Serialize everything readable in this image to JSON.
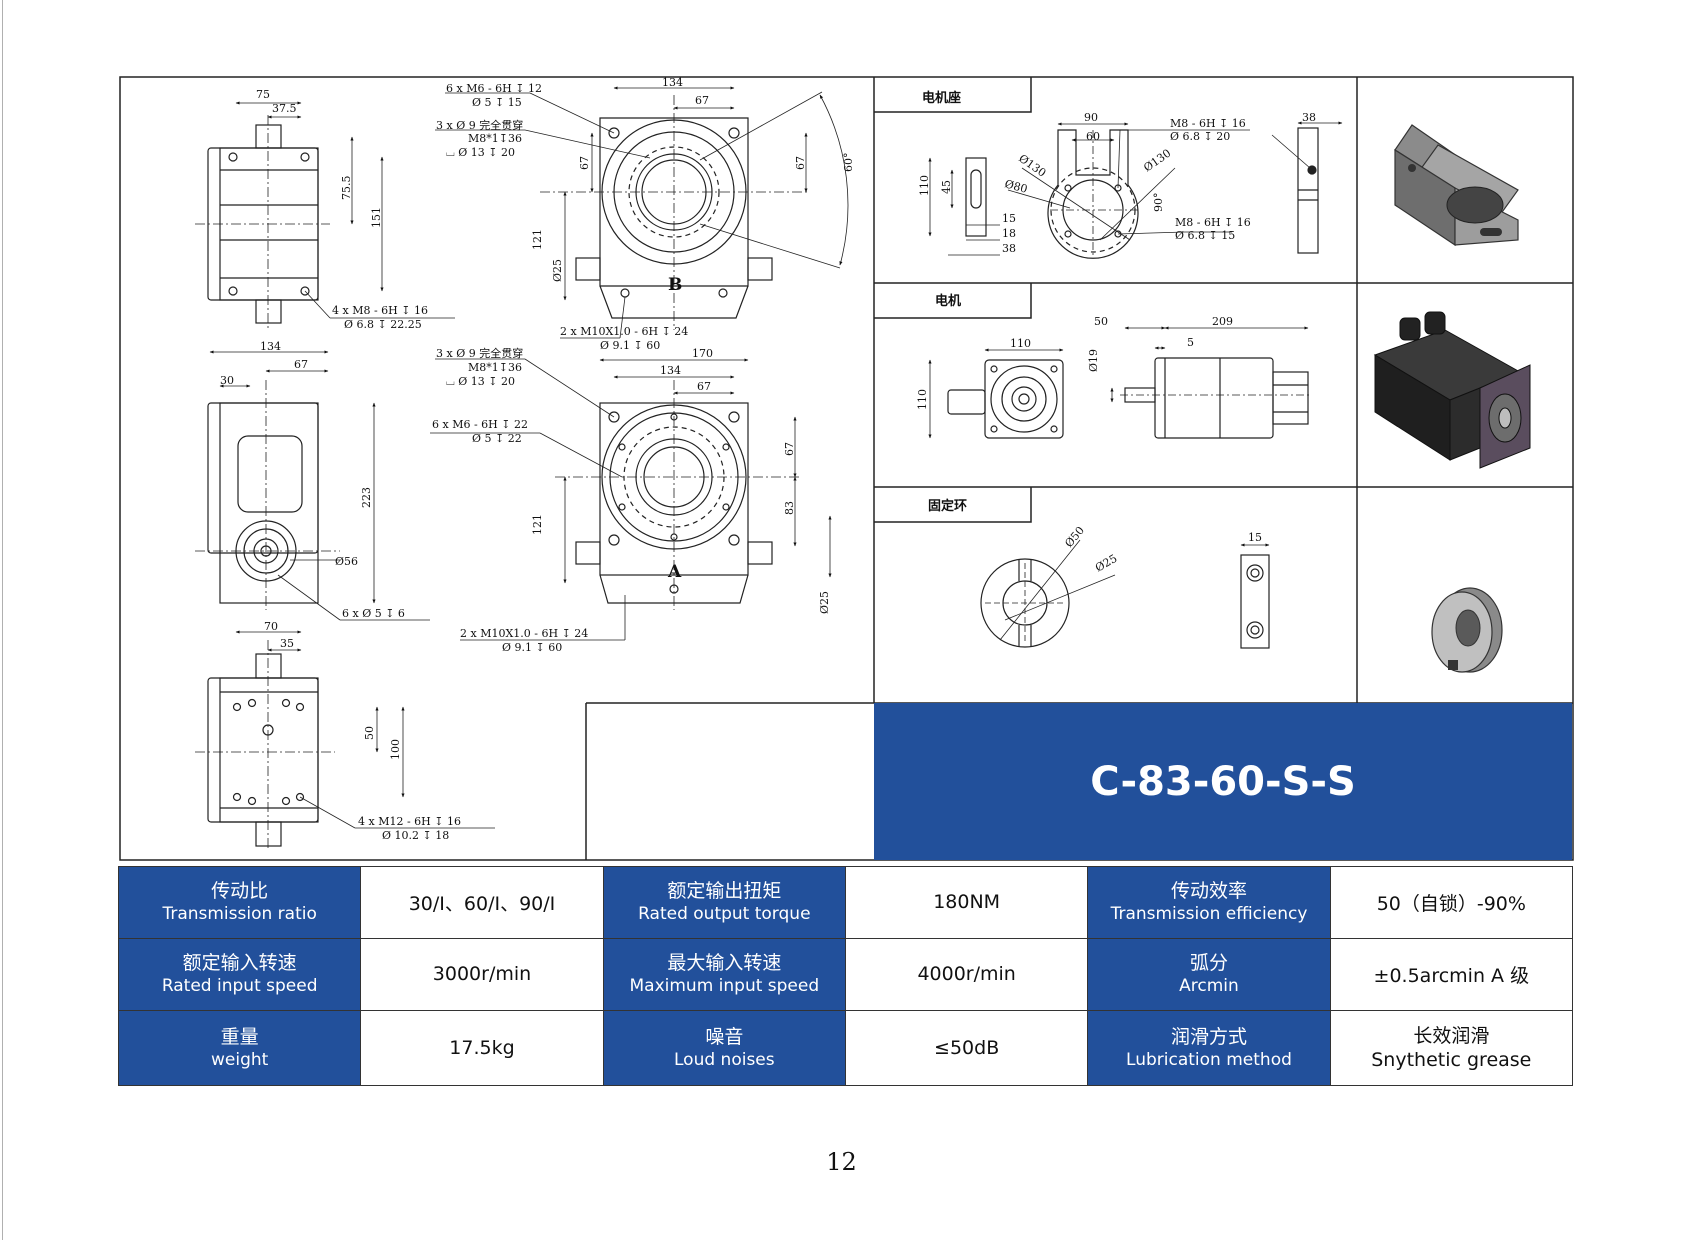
{
  "product_title": "C-83-60-S-S",
  "page_number": "12",
  "panels": {
    "motor_mount": {
      "label": "电机座"
    },
    "motor": {
      "label": "电机"
    },
    "fixing_ring": {
      "label": "固定环"
    }
  },
  "drawing_labels": {
    "side_view_top": [
      "75",
      "37.5",
      "75.5",
      "151"
    ],
    "side_view_top_note": [
      "4 x  M8 - 6H ↧ 16",
      "Ø 6.8 ↧ 22.25"
    ],
    "front_b_notes": [
      "6 x  M6 - 6H ↧ 12",
      "Ø 5 ↧ 15",
      "3 x Ø 9 完全贯穿",
      "M8*1↧36",
      "⌴ Ø 13 ↧ 20"
    ],
    "front_b_dims": [
      "134",
      "67",
      "67",
      "67",
      "60°",
      "121",
      "Ø25",
      "B"
    ],
    "front_b_bottom_note": [
      "2 x  M10X1.0 - 6H ↧ 24",
      "Ø 9.1 ↧ 60"
    ],
    "mid_view": [
      "134",
      "67",
      "30",
      "223",
      "Ø56"
    ],
    "mid_view_note": [
      "6 x Ø 5 ↧ 6"
    ],
    "front_a_notes": [
      "3 x Ø 9 完全贯穿",
      "M8*1↧36",
      "⌴ Ø 13 ↧ 20",
      "6 x  M6 - 6H ↧ 22",
      "Ø 5 ↧ 22"
    ],
    "front_a_dims": [
      "170",
      "134",
      "67",
      "67",
      "83",
      "121",
      "Ø25",
      "A"
    ],
    "front_a_bottom_note": [
      "2 x  M10X1.0 - 6H ↧ 24",
      "Ø 9.1 ↧ 60"
    ],
    "bottom_view": [
      "70",
      "35",
      "50",
      "100"
    ],
    "bottom_view_note": [
      "4 x  M12 - 6H ↧ 16",
      "Ø 10.2 ↧ 18"
    ],
    "mount_dims": [
      "110",
      "45",
      "15",
      "18",
      "38",
      "90",
      "60",
      "Ø130",
      "Ø80",
      "Ø130",
      "90°",
      "38"
    ],
    "mount_notes": [
      "M8 - 6H ↧ 16",
      "Ø 6.8 ↧ 20",
      "M8 - 6H ↧ 16",
      "Ø 6.8 ↧ 15"
    ],
    "motor_dims": [
      "110",
      "110",
      "50",
      "209",
      "5",
      "Ø19"
    ],
    "ring_dims": [
      "Ø50",
      "Ø25",
      "15"
    ]
  },
  "specs": [
    [
      {
        "cn": "传动比",
        "en": "Transmission ratio"
      },
      {
        "value": "30/I、60/I、90/I"
      },
      {
        "cn": "额定输出扭矩",
        "en": "Rated output torque"
      },
      {
        "value": "180NM"
      },
      {
        "cn": "传动效率",
        "en": "Transmission efficiency"
      },
      {
        "value": "50（自锁）-90%"
      }
    ],
    [
      {
        "cn": "额定输入转速",
        "en": "Rated input speed"
      },
      {
        "value": "3000r/min"
      },
      {
        "cn": "最大输入转速",
        "en": "Maximum input speed"
      },
      {
        "value": "4000r/min"
      },
      {
        "cn": "弧分",
        "en": "Arcmin"
      },
      {
        "value": "±0.5arcmin A 级"
      }
    ],
    [
      {
        "cn": "重量",
        "en": "weight"
      },
      {
        "value": "17.5kg"
      },
      {
        "cn": "噪音",
        "en": "Loud noises"
      },
      {
        "value": "≤50dB"
      },
      {
        "cn": "润滑方式",
        "en": "Lubrication method"
      },
      {
        "value_cn": "长效润滑",
        "value_en": "Snythetic grease"
      }
    ]
  ],
  "colors": {
    "header_blue": "#22509b",
    "line": "#222222"
  }
}
